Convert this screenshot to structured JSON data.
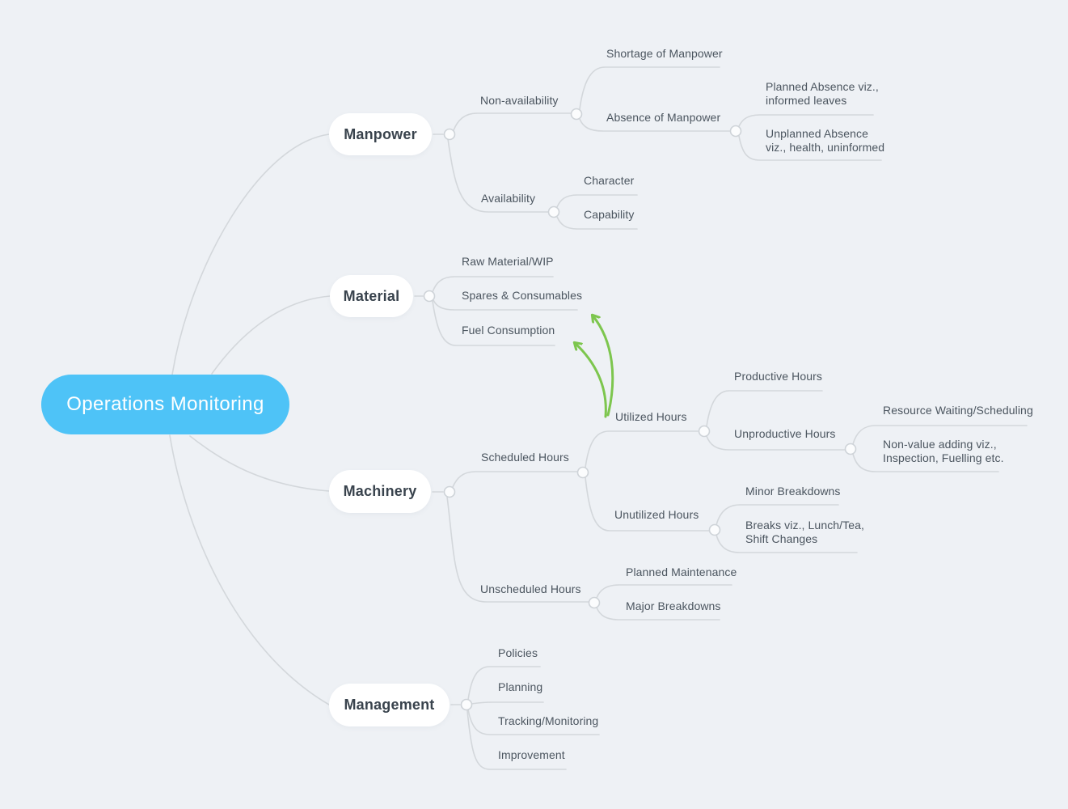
{
  "colors": {
    "background": "#eef1f5",
    "connector_gray": "#d3d7db",
    "root_fill": "#4ec3f7",
    "root_text": "#ffffff",
    "branch_pill_fill": "#ffffff",
    "branch_pill_text": "#39434d",
    "label_text": "#4b555f",
    "arrow_green": "#7dc64e"
  },
  "root": {
    "label": "Operations Monitoring"
  },
  "branches": {
    "manpower": {
      "label": "Manpower",
      "children": {
        "non_availability": {
          "label": "Non-availability",
          "children": {
            "shortage": {
              "label": "Shortage of Manpower"
            },
            "absence": {
              "label": "Absence of Manpower",
              "children": {
                "planned": {
                  "label": "Planned Absence viz.,\ninformed leaves"
                },
                "unplanned": {
                  "label": "Unplanned Absence\nviz., health, uninformed"
                }
              }
            }
          }
        },
        "availability": {
          "label": "Availability",
          "children": {
            "character": {
              "label": "Character"
            },
            "capability": {
              "label": "Capability"
            }
          }
        }
      }
    },
    "material": {
      "label": "Material",
      "children": {
        "raw_material": {
          "label": "Raw Material/WIP"
        },
        "spares": {
          "label": "Spares & Consumables"
        },
        "fuel": {
          "label": "Fuel Consumption"
        }
      }
    },
    "machinery": {
      "label": "Machinery",
      "children": {
        "scheduled": {
          "label": "Scheduled Hours",
          "children": {
            "utilized": {
              "label": "Utilized Hours",
              "children": {
                "productive": {
                  "label": "Productive Hours"
                },
                "unproductive": {
                  "label": "Unproductive Hours",
                  "children": {
                    "resource_waiting": {
                      "label": "Resource Waiting/Scheduling"
                    },
                    "non_value": {
                      "label": "Non-value adding viz.,\nInspection, Fuelling etc."
                    }
                  }
                }
              }
            },
            "unutilized": {
              "label": "Unutilized Hours",
              "children": {
                "minor_breakdowns": {
                  "label": "Minor Breakdowns"
                },
                "breaks": {
                  "label": "Breaks viz., Lunch/Tea,\nShift Changes"
                }
              }
            }
          }
        },
        "unscheduled": {
          "label": "Unscheduled Hours",
          "children": {
            "planned_maintenance": {
              "label": "Planned Maintenance"
            },
            "major_breakdowns": {
              "label": "Major Breakdowns"
            }
          }
        }
      }
    },
    "management": {
      "label": "Management",
      "children": {
        "policies": {
          "label": "Policies"
        },
        "planning": {
          "label": "Planning"
        },
        "tracking": {
          "label": "Tracking/Monitoring"
        },
        "improvement": {
          "label": "Improvement"
        }
      }
    }
  },
  "annotations": {
    "arrows": [
      {
        "from": "Utilized Hours",
        "to": "Spares & Consumables"
      },
      {
        "from": "Utilized Hours",
        "to": "Fuel Consumption"
      }
    ]
  }
}
